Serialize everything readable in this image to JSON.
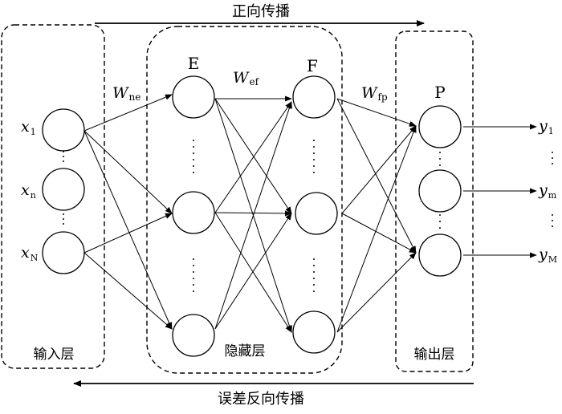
{
  "title_forward": "正向传播",
  "title_backward": "误差反向传播",
  "groups": {
    "input": "输入层",
    "hidden": "隐藏层",
    "output": "输出层"
  },
  "hidden_layer_labels": {
    "e": "E",
    "f": "F",
    "p": "P"
  },
  "weights": {
    "ne": {
      "main": "W",
      "sub": "ne"
    },
    "ef": {
      "main": "W",
      "sub": "ef"
    },
    "fp": {
      "main": "W",
      "sub": "fp"
    }
  },
  "inputs": [
    {
      "main": "x",
      "sub": "1"
    },
    {
      "main": "x",
      "sub": "n"
    },
    {
      "main": "x",
      "sub": "N"
    }
  ],
  "outputs": [
    {
      "main": "y",
      "sub": "1"
    },
    {
      "main": "y",
      "sub": "m"
    },
    {
      "main": "y",
      "sub": "M"
    }
  ],
  "colors": {
    "stroke": "#000000",
    "background": "#ffffff"
  }
}
